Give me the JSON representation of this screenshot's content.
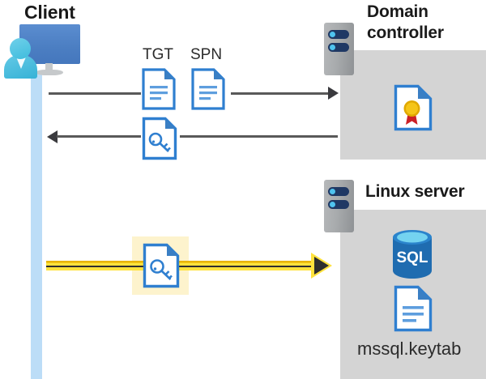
{
  "diagram": {
    "title": "Kerberos authentication flow between client, domain controller and Linux server",
    "actors": {
      "client": {
        "label": "Client",
        "icon": "client-computer-user-icon"
      },
      "domain_controller": {
        "label": "Domain\ncontroller",
        "label_line1": "Domain",
        "label_line2": "controller",
        "icon": "server-icon",
        "contents": [
          {
            "name": "certificate-icon",
            "label": ""
          }
        ]
      },
      "linux_server": {
        "label": "Linux server",
        "icon": "server-icon",
        "contents": [
          {
            "name": "sql-database-icon",
            "label": "SQL"
          },
          {
            "name": "keytab-document-icon",
            "label": "mssql.keytab"
          }
        ]
      }
    },
    "messages": [
      {
        "id": "request",
        "direction": "right",
        "from": "client",
        "to": "domain_controller",
        "style": "gray",
        "payload_labels": [
          "TGT",
          "SPN"
        ],
        "payload_icons": [
          "document-icon",
          "document-icon"
        ]
      },
      {
        "id": "response",
        "direction": "left",
        "from": "domain_controller",
        "to": "client",
        "style": "gray",
        "payload_labels": [],
        "payload_icons": [
          "key-document-icon"
        ]
      },
      {
        "id": "service-ticket",
        "direction": "right",
        "from": "client",
        "to": "linux_server",
        "style": "yellow-highlight",
        "payload_labels": [],
        "payload_icons": [
          "key-document-icon"
        ]
      }
    ],
    "labels": {
      "tgt": "TGT",
      "spn": "SPN",
      "sql": "SQL",
      "keytab_file": "mssql.keytab"
    },
    "colors": {
      "panel_gray": "#d4d4d4",
      "lifeline_blue": "#bcddf7",
      "line_gray": "#595959",
      "highlight_yellow": "#fdf3cd",
      "arrow_yellow": "#ffe23d",
      "arrow_yellow_dark": "#e8b400",
      "doc_blue": "#2f7fd0",
      "sql_blue": "#1f6cb0",
      "seal_gold": "#f5c518",
      "seal_red": "#cc2026",
      "server_navy": "#1f3864",
      "server_led_cyan": "#4fc3ef",
      "text_dark": "#1a1a1a"
    }
  }
}
